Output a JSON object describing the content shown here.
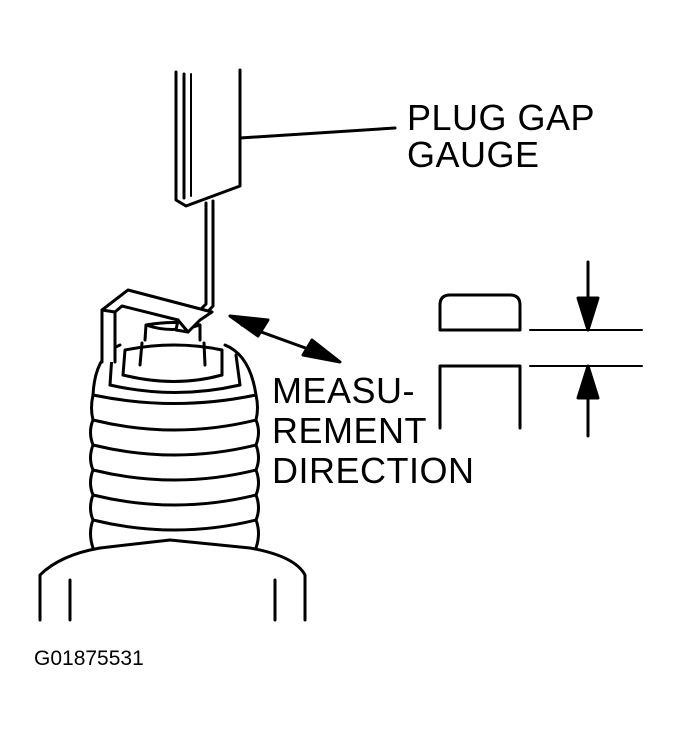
{
  "labels": {
    "gauge_line1": "PLUG GAP",
    "gauge_line2": "GAUGE",
    "measure_line1": "MEASU-",
    "measure_line2": "REMENT",
    "measure_line3": "DIRECTION"
  },
  "figure_id": "G01875531",
  "colors": {
    "ink": "#000000",
    "paper": "#ffffff"
  }
}
